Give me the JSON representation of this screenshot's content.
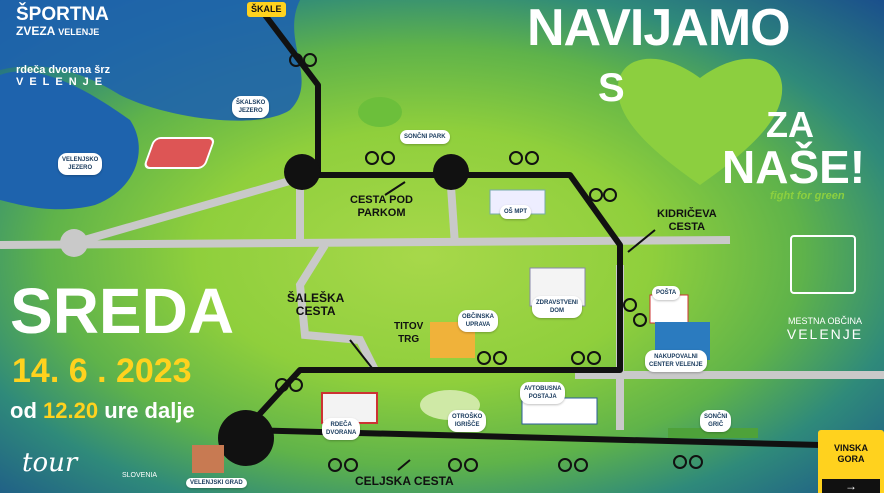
{
  "logos": {
    "sportna_line1": "ŠPORTNA",
    "sportna_line2": "ZVEZA",
    "sportna_city": "VELENJE",
    "dvorana_line1": "rdeča dvorana šrz",
    "dvorana_line2": "VELENJE",
    "tour_name": "tour",
    "tour_country": "SLOVENIA",
    "obcina_line1": "MESTNA OBČINA",
    "obcina_line2": "VELENJE"
  },
  "headline": {
    "line1": "NAVIJAMO",
    "s_letter": "S",
    "za": "ZA",
    "nase": "NAŠE!",
    "tagline": "fight for green"
  },
  "event": {
    "day": "SREDA",
    "date": "14. 6 . 2023",
    "time_prefix": "od",
    "time": "12.20",
    "time_suffix": "ure dalje"
  },
  "places": {
    "skalsko": "ŠKALSKO\nJEZERO",
    "velenjsko": "VELENJSKO\nJEZERO",
    "soncni_park": "SONČNI PARK",
    "os_mpt": "OŠ MPT",
    "zdravstveni_dom": "ZDRAVSTVENI\nDOM",
    "obcinska_uprava": "OBČINSKA\nUPRAVA",
    "posta": "POŠTA",
    "nakupovalni": "NAKUPOVALNI\nCENTER VELENJE",
    "rdeca_dvorana": "RDEČA\nDVORANA",
    "otrosko": "OTROŠKO\nIGRIŠČE",
    "avtobusna": "AVTOBUSNA\nPOSTAJA",
    "soncni_gric": "SONČNI\nGRIČ",
    "velenjski_grad": "VELENJSKI GRAD"
  },
  "streets": {
    "cesta_pod_parkom": "CESTA POD\nPARKOM",
    "kidriceva": "KIDRIČEVA\nCESTA",
    "saleska": "ŠALEŠKA\nCESTA",
    "titov_trg": "TITOV\nTRG",
    "celjska": "CELJSKA CESTA"
  },
  "destinations": {
    "skale": "ŠKALE",
    "vinska_gora": "VINSKA\nGORA"
  },
  "colors": {
    "route": "#111111",
    "accent_yellow": "#ffd21e",
    "heart_green": "#8ccf3f",
    "navy": "#1c3d8c"
  }
}
